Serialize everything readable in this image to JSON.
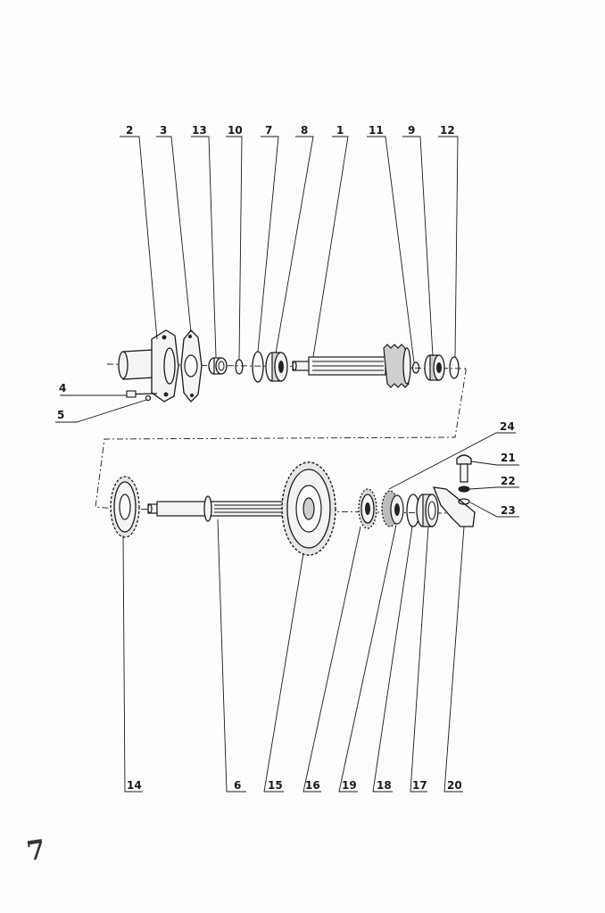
{
  "page_number": "7",
  "callouts": {
    "top": [
      "2",
      "3",
      "13",
      "10",
      "7",
      "8",
      "1",
      "11",
      "9",
      "12"
    ],
    "left": [
      "4",
      "5"
    ],
    "right": [
      "24",
      "21",
      "22",
      "23"
    ],
    "bottom": [
      "14",
      "6",
      "15",
      "16",
      "19",
      "18",
      "17",
      "20"
    ]
  }
}
